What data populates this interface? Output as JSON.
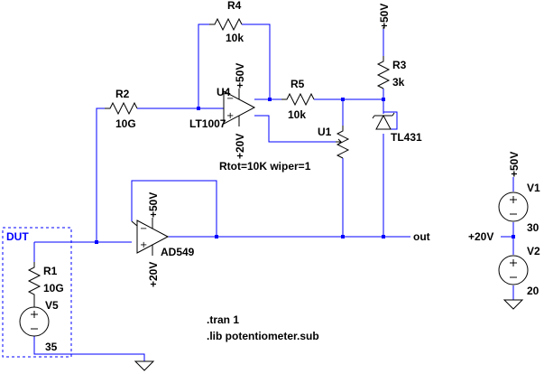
{
  "components": {
    "r1": {
      "ref": "R1",
      "value": "10G"
    },
    "r2": {
      "ref": "R2",
      "value": "10G"
    },
    "r3": {
      "ref": "R3",
      "value": "3k"
    },
    "r4": {
      "ref": "R4",
      "value": "10k"
    },
    "r5": {
      "ref": "R5",
      "value": "10k"
    },
    "u1": {
      "ref": "U1",
      "params": "Rtot=10K wiper=1"
    },
    "u2": {
      "ref": "AD549",
      "supply_pos": "+50V",
      "supply_neg": "+20V"
    },
    "u4": {
      "ref": "U4",
      "part": "LT1007",
      "supply_pos": "+50V",
      "supply_neg": "+20V"
    },
    "d1": {
      "part": "TL431"
    },
    "v1": {
      "ref": "V1",
      "value": "30"
    },
    "v2": {
      "ref": "V2",
      "value": "20"
    },
    "v5": {
      "ref": "V5",
      "value": "35"
    }
  },
  "nets": {
    "r3_supply": "+50V",
    "v1_top": "+50V",
    "v1_v2_node": "+20V",
    "output": "out"
  },
  "dut_label": "DUT",
  "directives": {
    "tran": ".tran 1",
    "lib": ".lib potentiometer.sub"
  },
  "colors": {
    "wire": "#0000ff",
    "symbol": "#000000",
    "background": "#ffffff"
  }
}
